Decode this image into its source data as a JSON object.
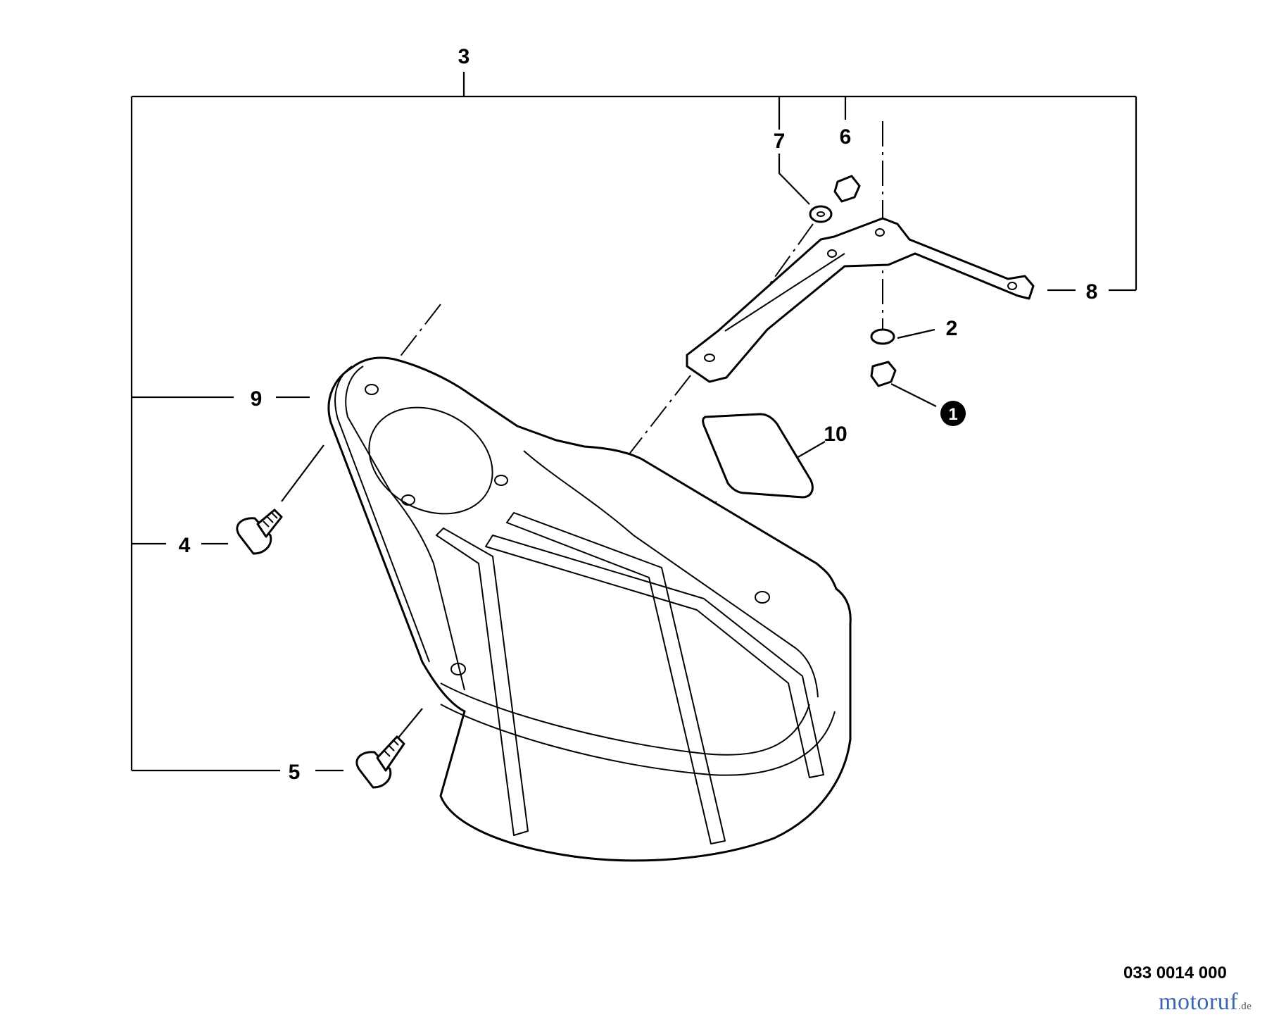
{
  "diagram": {
    "callouts": {
      "c1": "1",
      "c2": "2",
      "c3": "3",
      "c4": "4",
      "c5": "5",
      "c6": "6",
      "c7": "7",
      "c8": "8",
      "c9": "9",
      "c10": "10"
    },
    "code": "033 0014 000",
    "watermark": {
      "name": "motoruf",
      "tld": ".de"
    }
  }
}
